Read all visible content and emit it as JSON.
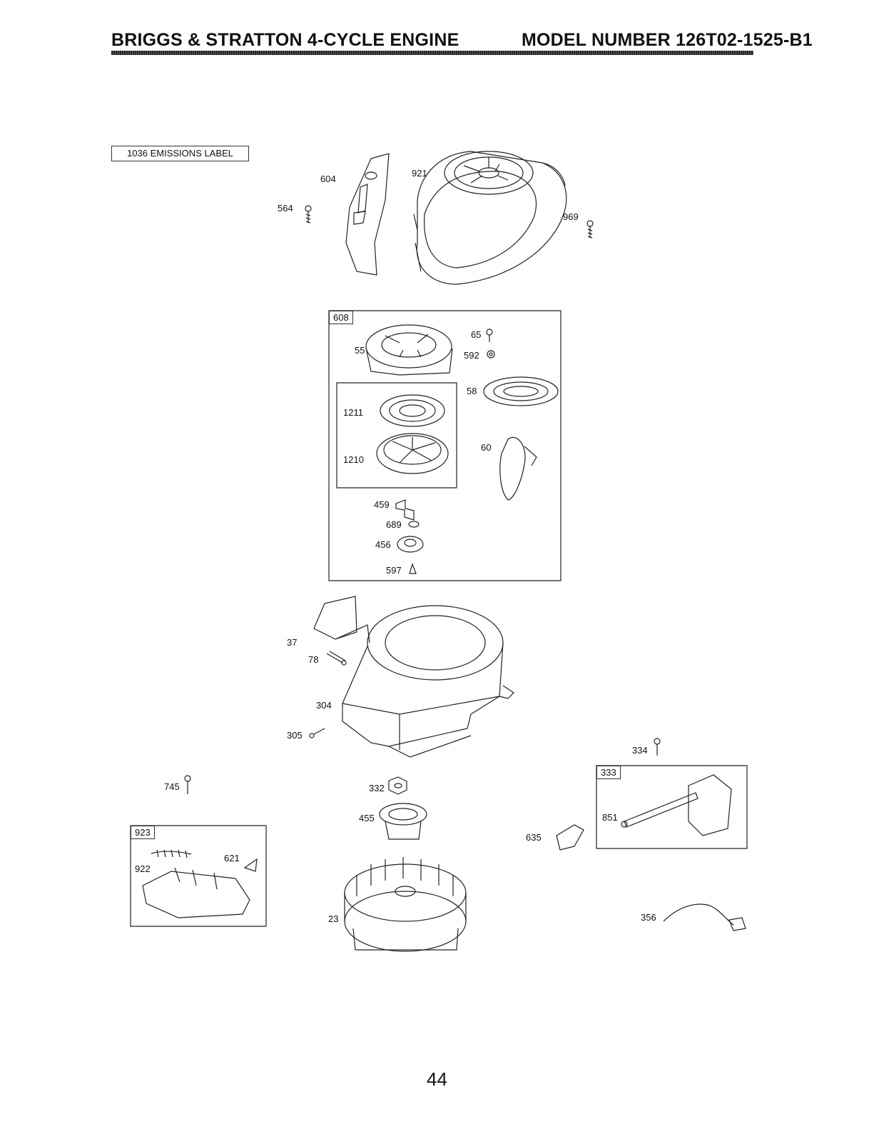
{
  "header": {
    "title": "BRIGGS & STRATTON 4-CYCLE ENGINE",
    "model": "MODEL NUMBER 126T02-1525-B1"
  },
  "emissions_label": "1036 EMISSIONS LABEL",
  "assemblies": {
    "recoil": "608",
    "governor": "923",
    "ignition": "333"
  },
  "parts": {
    "p604": "604",
    "p921": "921",
    "p564": "564",
    "p969": "969",
    "p55": "55",
    "p65": "65",
    "p592": "592",
    "p58": "58",
    "p1211": "1211",
    "p1210": "1210",
    "p60": "60",
    "p459": "459",
    "p689": "689",
    "p456": "456",
    "p597": "597",
    "p37": "37",
    "p78": "78",
    "p304": "304",
    "p305": "305",
    "p334": "334",
    "p745": "745",
    "p332": "332",
    "p455": "455",
    "p851": "851",
    "p635": "635",
    "p922": "922",
    "p621": "621",
    "p23": "23",
    "p356": "356"
  },
  "page_number": "44"
}
